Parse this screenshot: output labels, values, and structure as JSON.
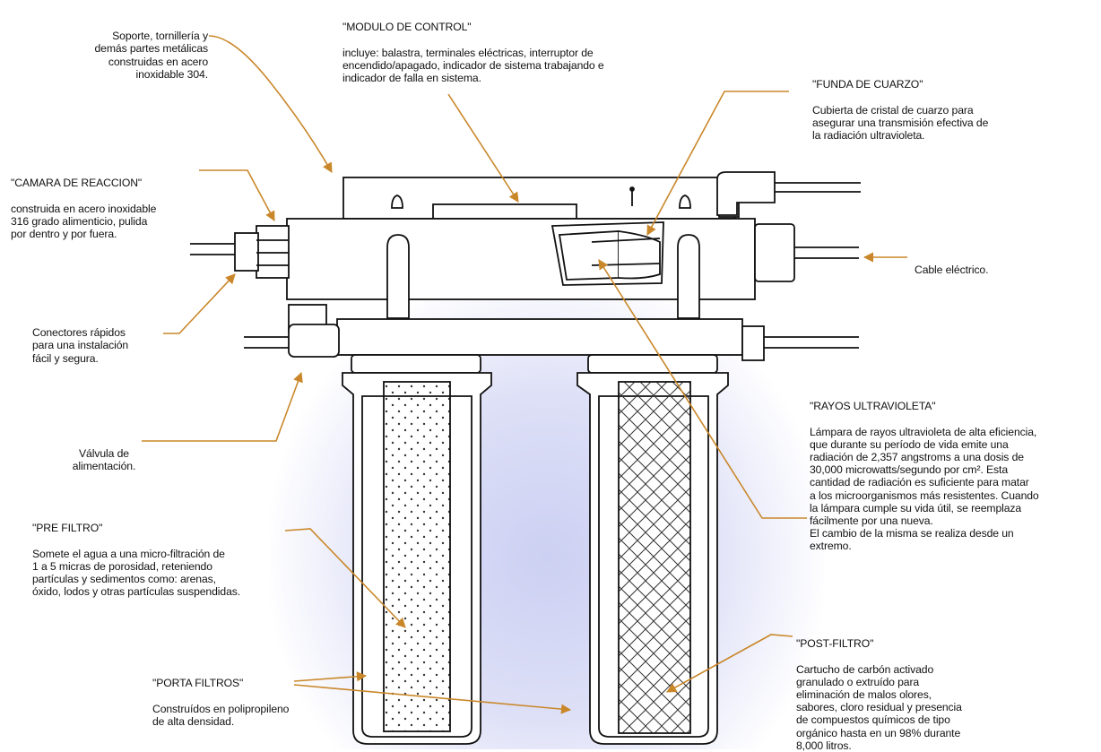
{
  "colors": {
    "line": "#111111",
    "leader": "#c9872a",
    "glow": "#d6d9f4"
  },
  "labels": {
    "soporte": {
      "body": "Soporte, tornillería y\ndemás partes metálicas\nconstruidas en acero\ninoxidable 304."
    },
    "modulo_control": {
      "title": "\"MODULO DE CONTROL\"",
      "body": "incluye: balastra, terminales eléctricas, interruptor de\nencendido/apagado, indicador de sistema trabajando e\nindicador de falla en sistema."
    },
    "funda_cuarzo": {
      "title": "\"FUNDA DE CUARZO\"",
      "body": "Cubierta de cristal de cuarzo para\nasegurar una transmisión efectiva de\nla radiación ultravioleta."
    },
    "camara_reaccion": {
      "title": "\"CAMARA DE REACCION\"",
      "body": "construida  en acero inoxidable\n316 grado alimenticio, pulida\npor dentro y por fuera."
    },
    "cable_electrico": {
      "body": "Cable eléctrico."
    },
    "conectores": {
      "body": "Conectores rápidos\npara una instalación\nfácil y segura."
    },
    "rayos_uv": {
      "title": "\"RAYOS ULTRAVIOLETA\"",
      "body": "Lámpara de rayos ultravioleta de alta eficiencia,\nque durante su período de vida emite una\nradiación de 2,357 angstroms a una dosis de\n30,000 microwatts/segundo por cm². Esta\ncantidad de radiación es suficiente para matar\na los microorganismos más resistentes. Cuando\nla lámpara cumple su vida útil, se reemplaza\nfácilmente por una nueva.\nEl cambio de la misma se realiza desde un\nextremo."
    },
    "valvula": {
      "body": "Válvula de\nalimentación."
    },
    "pre_filtro": {
      "title": "\"PRE FILTRO\"",
      "body": "Somete el agua a una micro-filtración de\n1 a 5 micras de porosidad, reteniendo\npartículas y sedimentos como: arenas,\nóxido, lodos y otras partículas suspendidas."
    },
    "post_filtro": {
      "title": "\"POST-FILTRO\"",
      "body": "Cartucho de carbón activado\ngranulado o extruído para\neliminación de malos olores,\nsabores, cloro residual y presencia\nde compuestos químicos de tipo\norgánico hasta en un 98% durante\n8,000 litros."
    },
    "porta_filtros": {
      "title": "\"PORTA FILTROS\"",
      "body": "Construídos en polipropileno\nde alta densidad."
    }
  }
}
